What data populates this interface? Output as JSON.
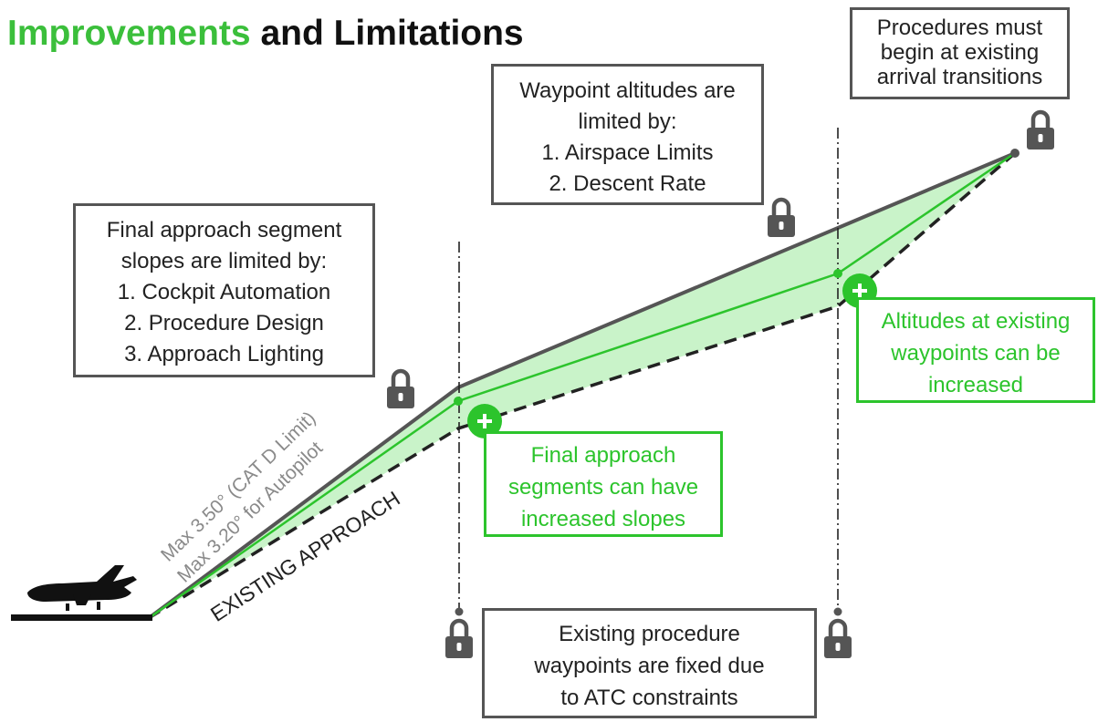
{
  "title": {
    "part1": "Improvements",
    "part2": "and Limitations"
  },
  "boxes": {
    "procedures": [
      "Procedures must",
      "begin at existing",
      "arrival transitions"
    ],
    "waypoint_altitudes": [
      "Waypoint altitudes are",
      "limited by:",
      "1. Airspace Limits",
      "2. Descent Rate"
    ],
    "final_approach_limits": [
      "Final approach segment",
      "slopes are limited by:",
      "1. Cockpit Automation",
      "2. Procedure Design",
      "3. Approach Lighting"
    ],
    "altitudes_increase": [
      "Altitudes at existing",
      "waypoints can be",
      "increased"
    ],
    "final_increase": [
      "Final approach",
      "segments can have",
      "increased slopes"
    ],
    "existing_fixed": [
      "Existing procedure",
      "waypoints are fixed due",
      "to ATC constraints"
    ]
  },
  "slope_labels": {
    "max_cat_d": "Max 3.50° (CAT D Limit)",
    "max_autopilot": "Max 3.20° for Autopilot",
    "existing": "EXISTING APPROACH"
  },
  "colors": {
    "green": "#2cc42c",
    "green_fill": "#c9f3c9",
    "gray": "#555555",
    "lock": "#555555"
  },
  "icons": [
    "airplane-icon",
    "lock-icon",
    "plus-icon"
  ]
}
